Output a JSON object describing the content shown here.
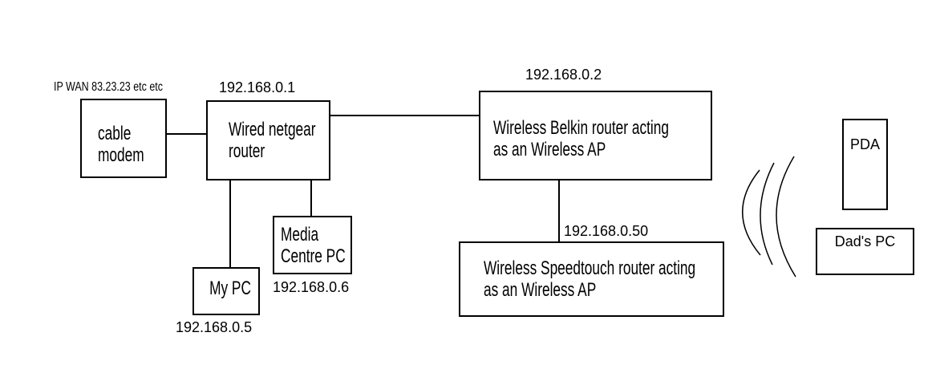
{
  "page": {
    "background_color": "#ffffff",
    "line_color": "#000000",
    "text_color": "#000000"
  },
  "nodes": {
    "cable_modem": {
      "lines": [
        "cable",
        "modem"
      ]
    },
    "netgear_router": {
      "lines": [
        "Wired netgear",
        "router"
      ]
    },
    "belkin_router": {
      "lines": [
        "Wireless Belkin router acting",
        "as an Wireless AP"
      ]
    },
    "speedtouch_router": {
      "lines": [
        "Wireless Speedtouch router acting",
        "as an Wireless AP"
      ]
    },
    "my_pc": {
      "lines": [
        "My PC"
      ]
    },
    "media_centre_pc": {
      "lines": [
        "Media",
        "Centre PC"
      ]
    },
    "pda": {
      "lines": [
        "PDA"
      ]
    },
    "dads_pc": {
      "lines": [
        "Dad's PC"
      ]
    }
  },
  "labels": {
    "wan_ip": "IP WAN 83.23.23 etc etc",
    "netgear_ip": "192.168.0.1",
    "belkin_ip": "192.168.0.2",
    "speedtouch_ip": "192.168.0.50",
    "my_pc_ip": "192.168.0.5",
    "media_centre_pc_ip": "192.168.0.6"
  },
  "connections": [
    {
      "from": "cable_modem",
      "to": "netgear_router",
      "type": "wired"
    },
    {
      "from": "netgear_router",
      "to": "belkin_router",
      "type": "wired"
    },
    {
      "from": "netgear_router",
      "to": "my_pc",
      "type": "wired"
    },
    {
      "from": "netgear_router",
      "to": "media_centre_pc",
      "type": "wired"
    },
    {
      "from": "belkin_router",
      "to": "speedtouch_router",
      "type": "wired"
    },
    {
      "from": "access_points",
      "to": "pda_and_dads_pc",
      "type": "wireless-signal-arcs"
    }
  ],
  "icons": {
    "wireless_signal": "three-arc-wifi-signal"
  }
}
